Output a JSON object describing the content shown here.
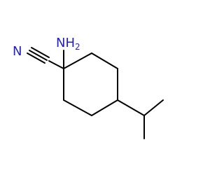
{
  "molecule": {
    "atoms": {
      "amino": {
        "symbol": "NH",
        "subscript": "2"
      },
      "nitrile_n": {
        "symbol": "N"
      }
    },
    "colors": {
      "bond": "#000000",
      "nitrogen": "#1f1fd1"
    }
  }
}
